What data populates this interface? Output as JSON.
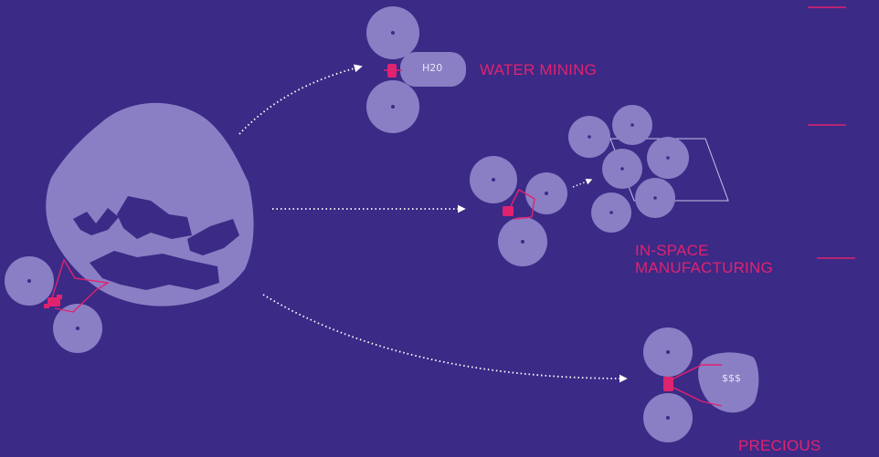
{
  "labels": {
    "water_mining": "WATER MINING",
    "in_space_manufacturing": "IN-SPACE\nMANUFACTURING",
    "precious_metals": "PRECIOUS METALS"
  },
  "cargo": {
    "water": "H20",
    "metals": "$$$"
  },
  "colors": {
    "background": "#3b2a86",
    "shape_fill": "#8a7fc4",
    "accent": "#e0236f",
    "arrow": "#ffffff"
  }
}
